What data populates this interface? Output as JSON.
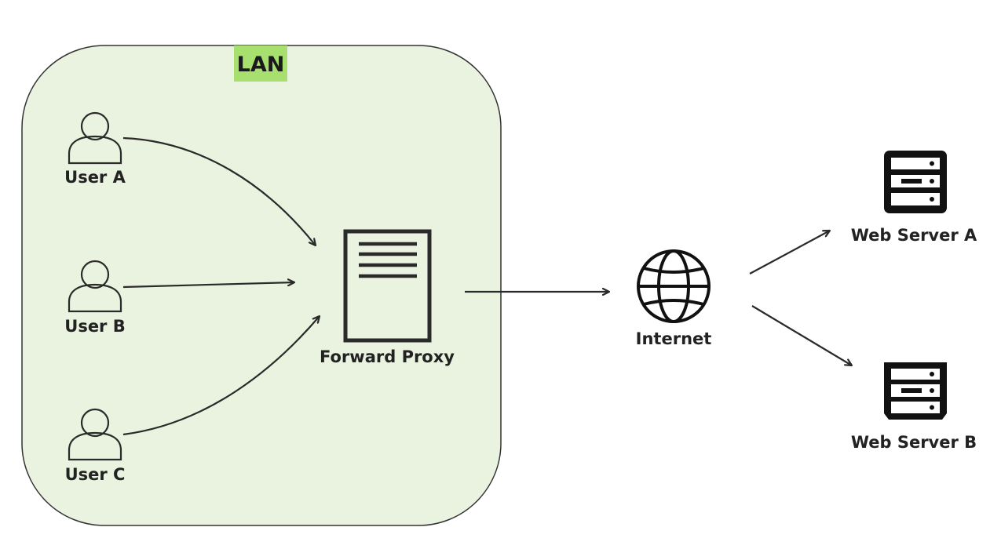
{
  "diagram": {
    "lan": {
      "label": "LAN"
    },
    "users": [
      {
        "label": "User A"
      },
      {
        "label": "User B"
      },
      {
        "label": "User C"
      }
    ],
    "proxy": {
      "label": "Forward Proxy"
    },
    "internet": {
      "label": "Internet"
    },
    "servers": [
      {
        "label": "Web Server A"
      },
      {
        "label": "Web Server B"
      }
    ]
  },
  "colors": {
    "lan_fill": "#e9f3e0",
    "lan_border": "#333333",
    "lan_label_bg": "#a8e070",
    "stroke": "#2a2a2a",
    "server_fill": "#111111"
  }
}
